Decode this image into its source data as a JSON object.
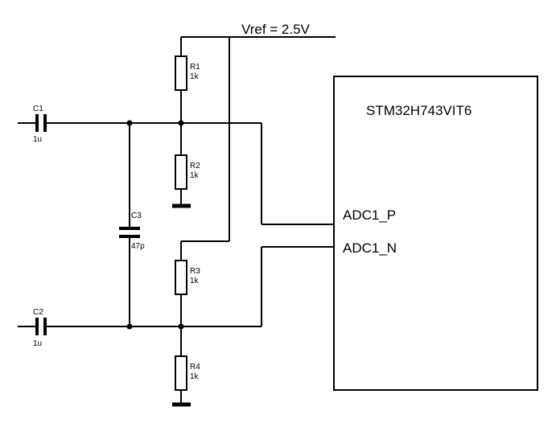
{
  "vref_label": "Vref = 2.5V",
  "mcu": {
    "part": "STM32H743VIT6",
    "pin_p": "ADC1_P",
    "pin_n": "ADC1_N"
  },
  "components": {
    "C1": {
      "ref": "C1",
      "value": "1u"
    },
    "C2": {
      "ref": "C2",
      "value": "1u"
    },
    "C3": {
      "ref": "C3",
      "value": "47p"
    },
    "R1": {
      "ref": "R1",
      "value": "1k"
    },
    "R2": {
      "ref": "R2",
      "value": "1k"
    },
    "R3": {
      "ref": "R3",
      "value": "1k"
    },
    "R4": {
      "ref": "R4",
      "value": "1k"
    }
  }
}
